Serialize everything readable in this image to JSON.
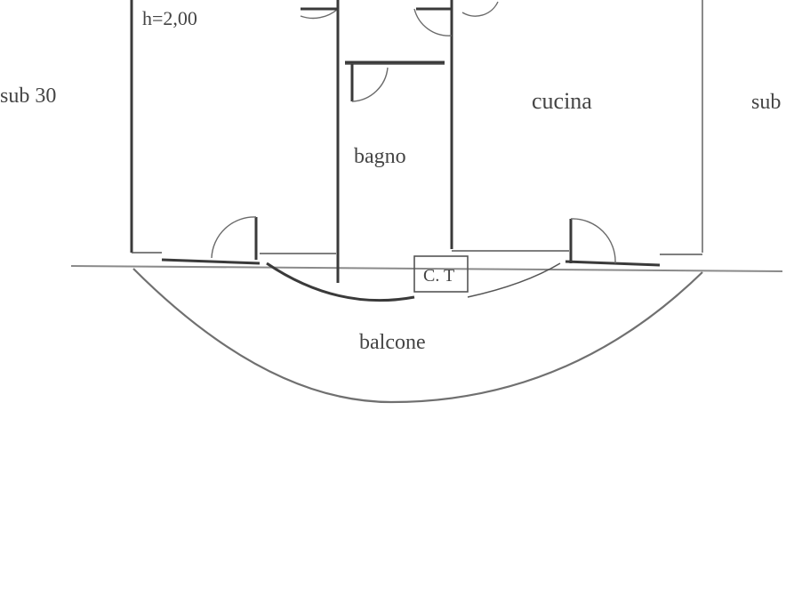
{
  "labels": {
    "room_left_height": "h=2,00",
    "sub_left": "sub 30",
    "bathroom": "bagno",
    "kitchen": "cucina",
    "sub_right": "sub",
    "balcony": "balcone",
    "closet": "C. T"
  },
  "colors": {
    "background": "#ffffff",
    "wall": "#3a3a3a",
    "label": "#444444"
  }
}
